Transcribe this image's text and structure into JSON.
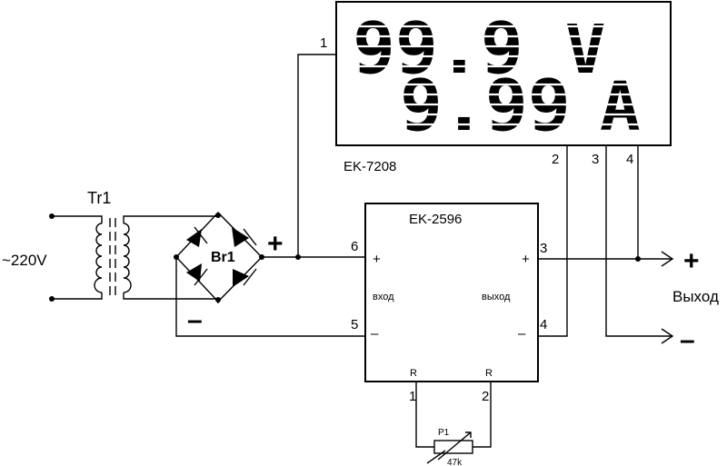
{
  "display": {
    "name": "EK-7208",
    "voltage_value": "99.9",
    "voltage_unit": "V",
    "current_value": "9.99",
    "current_unit": "A",
    "pins": [
      "1",
      "2",
      "3",
      "4"
    ]
  },
  "module": {
    "name": "EK-2596",
    "input_label": "вход",
    "output_label": "выход",
    "plus": "+",
    "minus": "–",
    "r_left": "R",
    "r_right": "R",
    "pins": {
      "in_plus": "6",
      "in_minus": "5",
      "out_plus": "3",
      "out_minus": "4",
      "r1": "1",
      "r2": "2"
    }
  },
  "transformer": {
    "name": "Tr1",
    "mains": "~220V"
  },
  "bridge": {
    "name": "Br1",
    "plus": "+",
    "minus": "–"
  },
  "potentiometer": {
    "name": "P1",
    "value": "47k"
  },
  "output": {
    "label": "Выход",
    "plus": "+",
    "minus": "–"
  },
  "colors": {
    "ink": "#000000",
    "background": "#ffffff"
  }
}
